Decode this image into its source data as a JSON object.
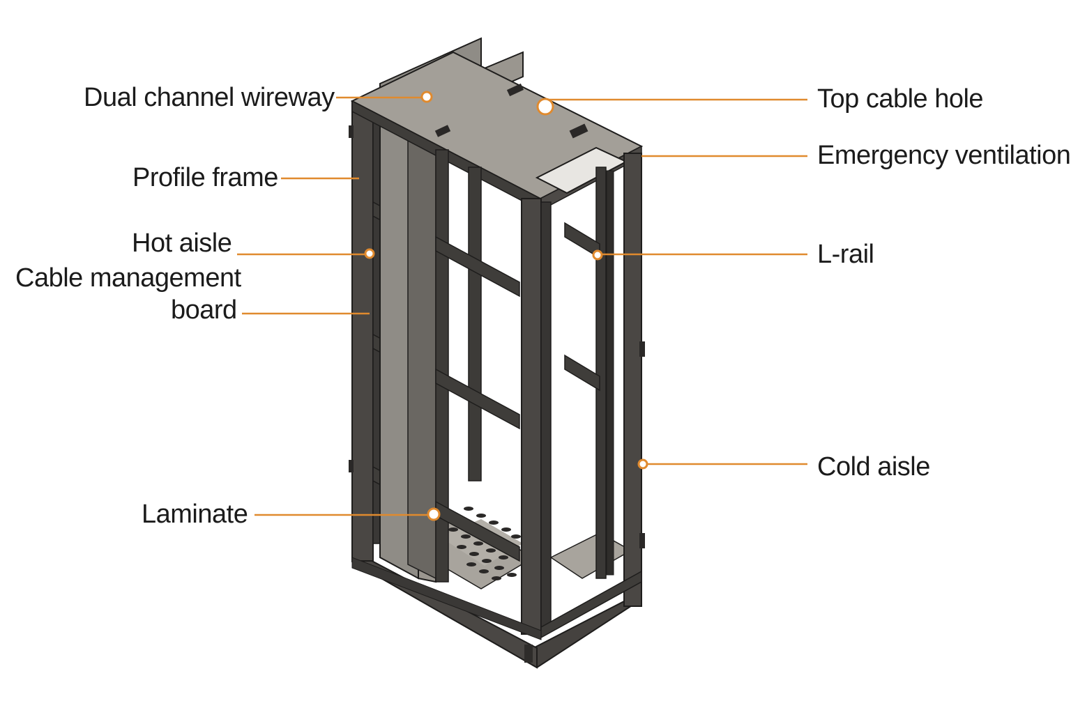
{
  "labels": {
    "dual_channel_wireway": "Dual channel wireway",
    "profile_frame": "Profile frame",
    "hot_aisle": "Hot aisle",
    "cable_management_line1": "Cable management",
    "cable_management_line2": "board",
    "laminate": "Laminate",
    "top_cable_hole": "Top cable hole",
    "emergency_ventilation": "Emergency ventilation",
    "l_rail": "L-rail",
    "cold_aisle": "Cold aisle"
  },
  "colors": {
    "leader_line": "#E08A2E",
    "frame_dark": "#3f3d3a",
    "frame_mid": "#55524e",
    "panel_gray": "#a3a09a",
    "text": "#1b1b1b"
  }
}
